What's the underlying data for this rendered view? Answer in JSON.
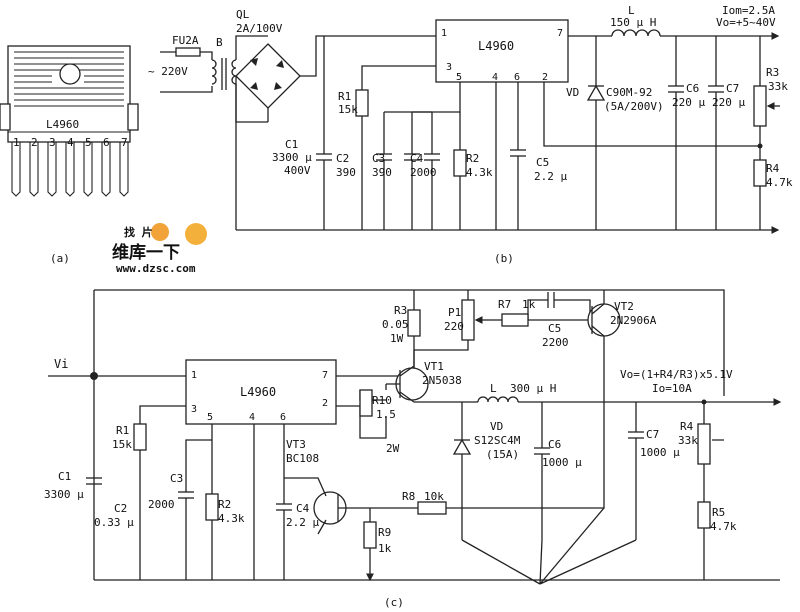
{
  "panel_a": {
    "chip": "L4960",
    "pins": [
      "1",
      "2",
      "3",
      "4",
      "5",
      "6",
      "7"
    ],
    "caption": "(a)"
  },
  "panel_b": {
    "caption": "(b)",
    "chip": {
      "name": "L4960",
      "pin1": "1",
      "pin7": "7",
      "pin3": "3",
      "pin5": "5",
      "pin4": "4",
      "pin6": "6",
      "pin2": "2"
    },
    "fuse": "FU2A",
    "transformer": "B",
    "ac_input": "~ 220V",
    "bridge": {
      "name": "QL",
      "rating": "2A/100V"
    },
    "inductor": {
      "name": "L",
      "value": "150 μ H"
    },
    "output": {
      "iom": "Iom=2.5A",
      "vo": "Vo=+5~40V"
    },
    "r1": {
      "name": "R1",
      "value": "15k"
    },
    "c1": {
      "name": "C1",
      "value": "3300 μ",
      "voltage": "400V"
    },
    "c2": {
      "name": "C2",
      "value": "390"
    },
    "c3": {
      "name": "C3",
      "value": "390"
    },
    "c4": {
      "name": "C4",
      "value": "2000"
    },
    "r2": {
      "name": "R2",
      "value": "4.3k"
    },
    "c5": {
      "name": "C5",
      "value": "2.2 μ"
    },
    "vd": {
      "name": "VD",
      "part": "C90M-92",
      "rating": "(5A/200V)"
    },
    "c6": {
      "name": "C6",
      "value": "220 μ"
    },
    "c7": {
      "name": "C7",
      "value": "220 μ"
    },
    "r3": {
      "name": "R3",
      "value": "33k"
    },
    "r4": {
      "name": "R4",
      "value": "4.7k"
    }
  },
  "watermark": {
    "cn": "维库一下",
    "url": "www.dzsc.com"
  },
  "panel_c": {
    "caption": "(c)",
    "vi": "Vi",
    "chip": {
      "name": "L4960",
      "pin1": "1",
      "pin7": "7",
      "pin3": "3",
      "pin5": "5",
      "pin4": "4",
      "pin6": "6",
      "pin2": "2"
    },
    "r3": {
      "name": "R3",
      "value": "0.05",
      "power": "1W"
    },
    "p1": {
      "name": "P1",
      "value": "220"
    },
    "r7": {
      "name": "R7",
      "value": "1k"
    },
    "c5": {
      "name": "C5",
      "value": "2200"
    },
    "vt2": {
      "name": "VT2",
      "part": "2N2906A"
    },
    "vt1": {
      "name": "VT1",
      "part": "2N5038"
    },
    "r10": {
      "name": "R10",
      "value": "1.5",
      "power": "2W"
    },
    "inductor": {
      "name": "L",
      "value": "300 μ H"
    },
    "formula": "Vo=(1+R4/R3)x5.1V",
    "io": "Io=10A",
    "r1": {
      "name": "R1",
      "value": "15k"
    },
    "c1": {
      "name": "C1",
      "value": "3300 μ"
    },
    "c2": {
      "name": "C2",
      "value": "0.33 μ"
    },
    "c3": {
      "name": "C3",
      "value": "2000"
    },
    "r2": {
      "name": "R2",
      "value": "4.3k"
    },
    "vt3": {
      "name": "VT3",
      "part": "BC108"
    },
    "c4": {
      "name": "C4",
      "value": "2.2 μ"
    },
    "vd": {
      "name": "VD",
      "part": "S12SC4M",
      "rating": "(15A)"
    },
    "c6": {
      "name": "C6",
      "value": "1000 μ"
    },
    "c7": {
      "name": "C7",
      "value": "1000 μ"
    },
    "r4": {
      "name": "R4",
      "value": "33k"
    },
    "r5": {
      "name": "R5",
      "value": "4.7k"
    },
    "r8": {
      "name": "R8",
      "value": "10k"
    },
    "r9": {
      "name": "R9",
      "value": "1k"
    }
  }
}
